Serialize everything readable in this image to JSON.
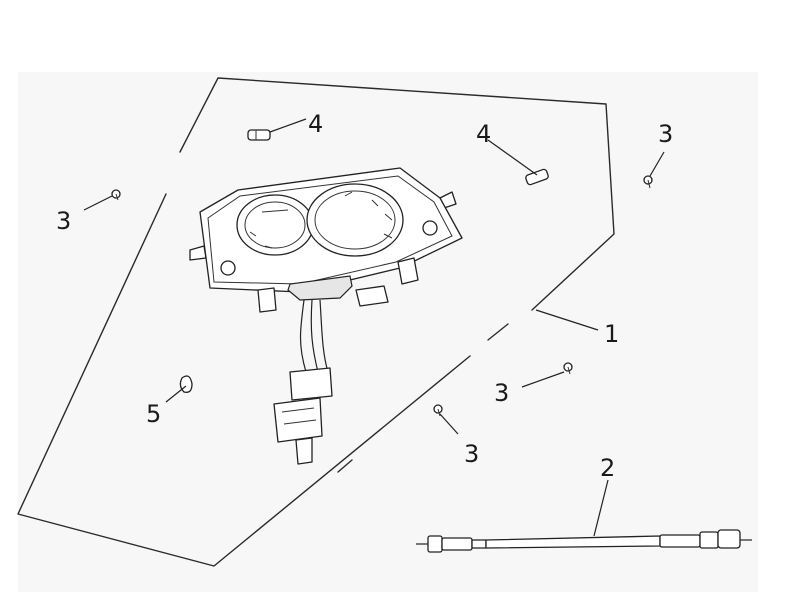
{
  "diagram": {
    "callouts": {
      "speedometer": "1",
      "speedometer_cable": "2",
      "screw_top_left": "3",
      "screw_top_right": "3",
      "screw_mid_right": "3",
      "screw_bottom_mid": "3",
      "bulb_left": "4",
      "bulb_right": "4",
      "clip": "5"
    }
  }
}
